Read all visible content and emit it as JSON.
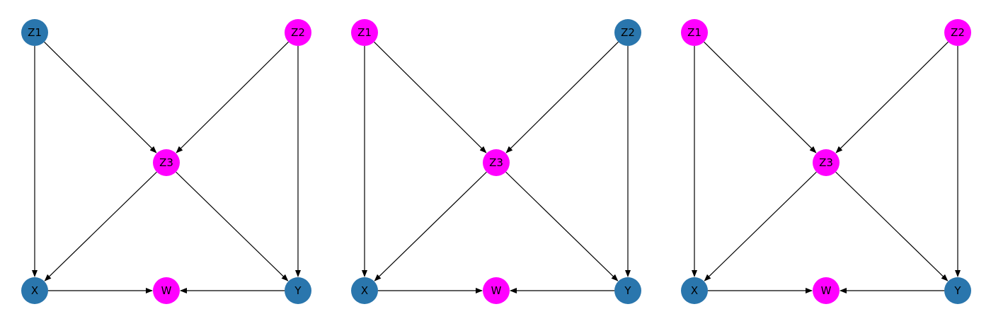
{
  "colors": {
    "default": "#2a76ad",
    "highlight": "#ff00ff",
    "edge": "#000000"
  },
  "nodes": [
    {
      "id": "Z1",
      "label": "Z1"
    },
    {
      "id": "Z2",
      "label": "Z2"
    },
    {
      "id": "Z3",
      "label": "Z3"
    },
    {
      "id": "X",
      "label": "X"
    },
    {
      "id": "W",
      "label": "W"
    },
    {
      "id": "Y",
      "label": "Y"
    }
  ],
  "edges": [
    [
      "Z1",
      "X"
    ],
    [
      "Z1",
      "Z3"
    ],
    [
      "Z2",
      "Z3"
    ],
    [
      "Z2",
      "Y"
    ],
    [
      "Z3",
      "X"
    ],
    [
      "Z3",
      "Y"
    ],
    [
      "X",
      "W"
    ],
    [
      "Y",
      "W"
    ]
  ],
  "panels": [
    {
      "name": "panel-1",
      "highlighted": [
        "Z2",
        "Z3",
        "W"
      ]
    },
    {
      "name": "panel-2",
      "highlighted": [
        "Z1",
        "Z3",
        "W"
      ]
    },
    {
      "name": "panel-3",
      "highlighted": [
        "Z1",
        "Z2",
        "Z3",
        "W"
      ]
    }
  ]
}
